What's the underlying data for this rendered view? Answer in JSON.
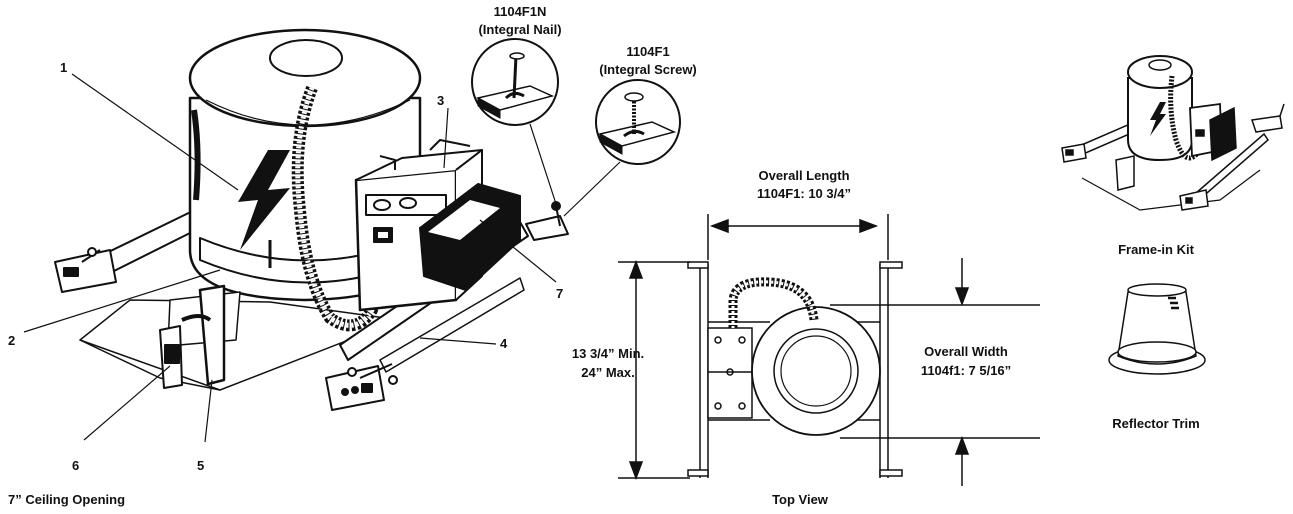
{
  "callouts": {
    "c1": "1",
    "c2": "2",
    "c3": "3",
    "c4": "4",
    "c5": "5",
    "c6": "6",
    "c7": "7"
  },
  "nail_detail": {
    "model": "1104F1N",
    "desc": "(Integral Nail)"
  },
  "screw_detail": {
    "model": "1104F1",
    "desc": "(Integral Screw)"
  },
  "top_view": {
    "length_label": "Overall Length",
    "length_value": "1104F1: 10 3/4”",
    "height_min": "13 3/4” Min.",
    "height_max": "24” Max.",
    "width_label": "Overall Width",
    "width_value": "1104f1: 7 5/16”",
    "caption": "Top View"
  },
  "accessories": {
    "frame_kit": "Frame-in Kit",
    "trim": "Reflector Trim"
  },
  "ceiling_opening": "7” Ceiling Opening"
}
